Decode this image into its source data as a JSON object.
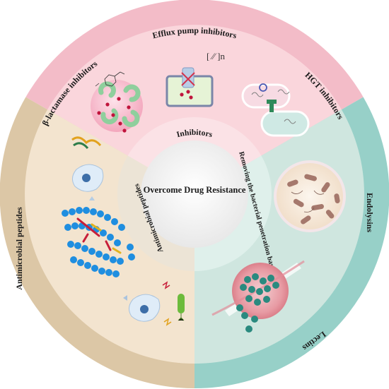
{
  "center": {
    "title": "Overcome Drug Resistance"
  },
  "inner_ring": {
    "inhibitors": "Inhibitors",
    "barrier": "Removing the bacterial penetration barrier",
    "amp": "Antimicrobial peptides"
  },
  "outer_ring": {
    "efflux": "Efflux pump inhibitors",
    "beta": "β-lactamase inhibitors",
    "hgt": "HGT inhibitors",
    "endolysins": "Endolysins",
    "lectins": "Lectins",
    "amp": "Antimicrobial peptides"
  },
  "illustrations": {
    "polymer_label": "[ ⁄⁄ ]n"
  },
  "colors": {
    "inhibitors_outer": "#f3bcc8",
    "inhibitors_inner": "#fad6dc",
    "barrier_outer": "#97d0c8",
    "barrier_inner": "#cfe6df",
    "amp_outer": "#dcc7a6",
    "amp_inner": "#f3e4cf"
  }
}
